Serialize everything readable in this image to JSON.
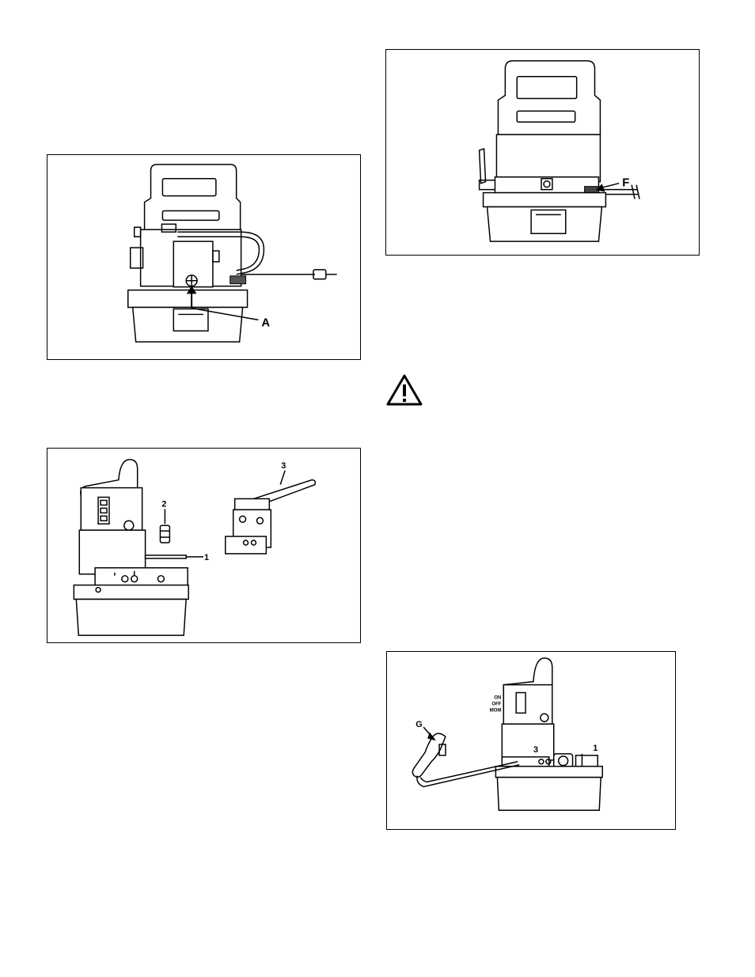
{
  "figures": {
    "fig_a": {
      "callouts": {
        "a": "A"
      }
    },
    "fig_f": {
      "callouts": {
        "f": "F"
      }
    },
    "fig_parts": {
      "callouts": {
        "one": "1",
        "two": "2",
        "three": "3"
      }
    },
    "fig_g": {
      "callouts": {
        "g": "G",
        "three": "3",
        "one": "1"
      },
      "switch_labels": {
        "on": "ON",
        "off": "OFF",
        "mom": "MOM"
      }
    }
  },
  "warning": {
    "icon": "warning-triangle-icon"
  }
}
